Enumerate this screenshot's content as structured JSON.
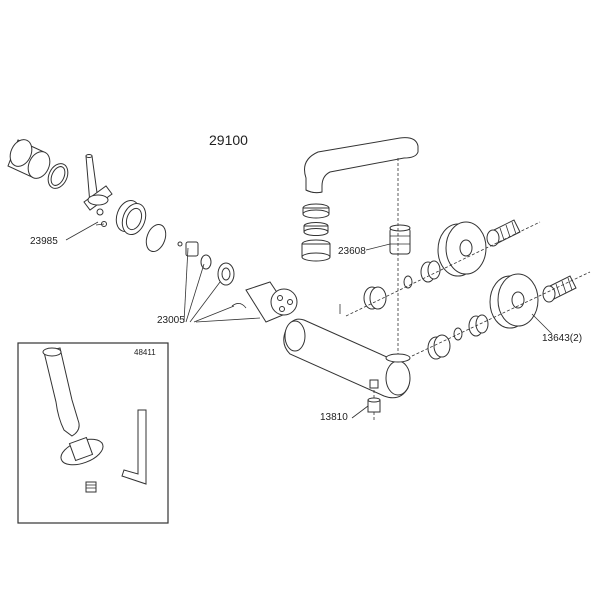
{
  "diagram": {
    "main_part_number": "29100",
    "labels": {
      "cap_ring": "23985",
      "aerator": "23608",
      "cartridge_set": "23005",
      "inlet_cover": "13643(2)",
      "vent_plug": "13810"
    },
    "inset": {
      "part_number": "48411"
    }
  }
}
